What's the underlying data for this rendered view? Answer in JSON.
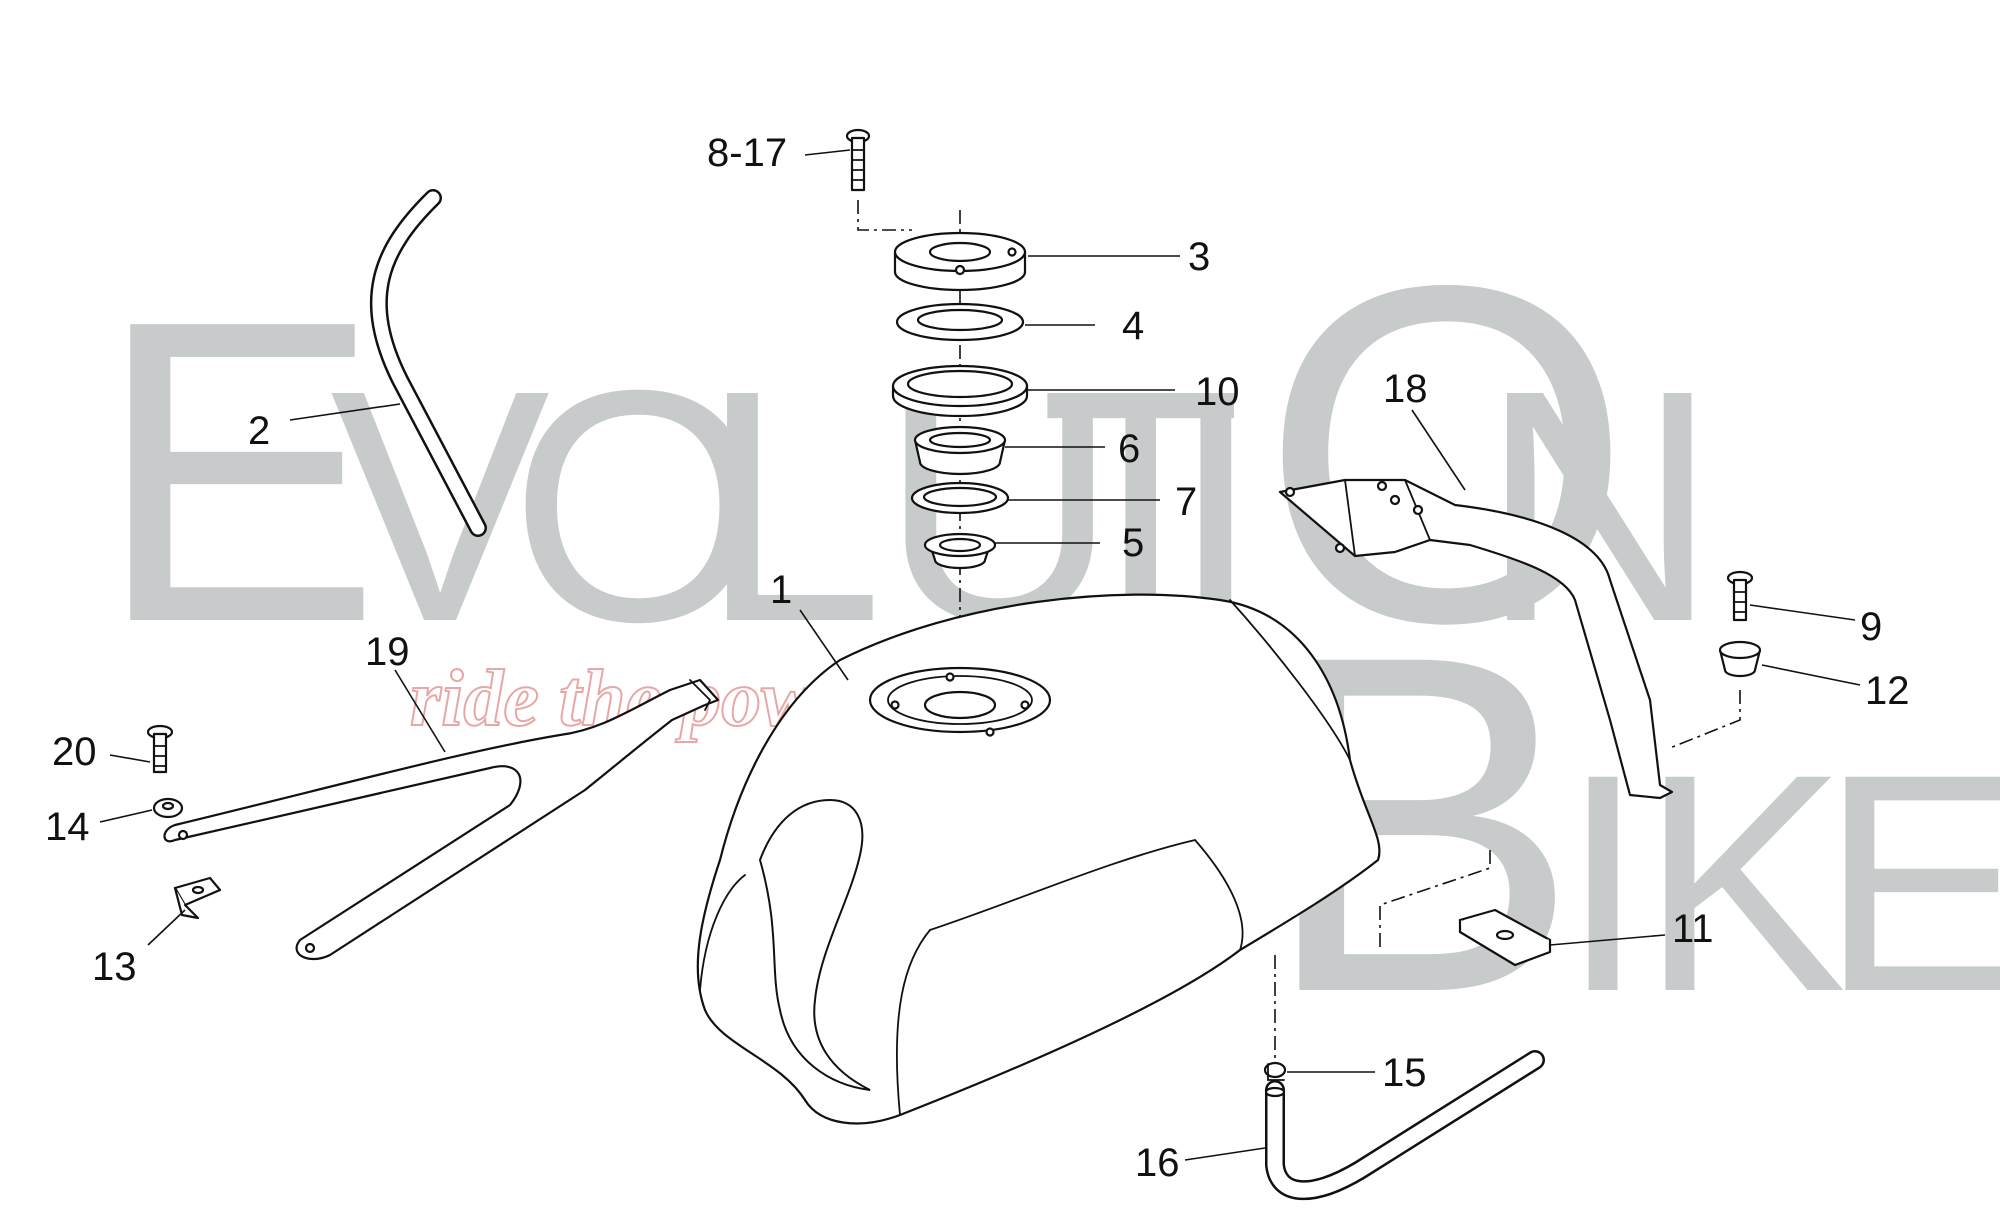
{
  "watermark": {
    "letters_line1": [
      "E",
      "V",
      "O",
      "L",
      "U",
      "T",
      "I",
      "O",
      "N"
    ],
    "letters_line2": [
      "B",
      "I",
      "K",
      "E"
    ],
    "tagline": "ride the power",
    "letter_color": "#c8cbcb",
    "tagline_color": "#e8a7a7"
  },
  "callouts": [
    {
      "id": "1",
      "label": "1"
    },
    {
      "id": "2",
      "label": "2"
    },
    {
      "id": "3",
      "label": "3"
    },
    {
      "id": "4",
      "label": "4"
    },
    {
      "id": "5",
      "label": "5"
    },
    {
      "id": "6",
      "label": "6"
    },
    {
      "id": "7",
      "label": "7"
    },
    {
      "id": "8-17",
      "label": "8-17"
    },
    {
      "id": "9",
      "label": "9"
    },
    {
      "id": "10",
      "label": "10"
    },
    {
      "id": "11",
      "label": "11"
    },
    {
      "id": "12",
      "label": "12"
    },
    {
      "id": "13",
      "label": "13"
    },
    {
      "id": "14",
      "label": "14"
    },
    {
      "id": "15",
      "label": "15"
    },
    {
      "id": "16",
      "label": "16"
    },
    {
      "id": "18",
      "label": "18"
    },
    {
      "id": "19",
      "label": "19"
    },
    {
      "id": "20",
      "label": "20"
    }
  ],
  "parts": {
    "1": "fuel-tank",
    "2": "breather-pipe",
    "3": "filler-cap-flange",
    "4": "flat-gasket",
    "5": "filler-neck",
    "6": "ring-nut",
    "7": "o-ring",
    "8-17": "flange-screw",
    "9": "screw",
    "10": "sealing-ring",
    "11": "rubber-pad",
    "12": "spacer-bush",
    "13": "clip-nut",
    "14": "washer",
    "15": "hose-clamp",
    "16": "drain-pipe",
    "18": "rear-bracket",
    "19": "front-bracket",
    "20": "screw"
  }
}
